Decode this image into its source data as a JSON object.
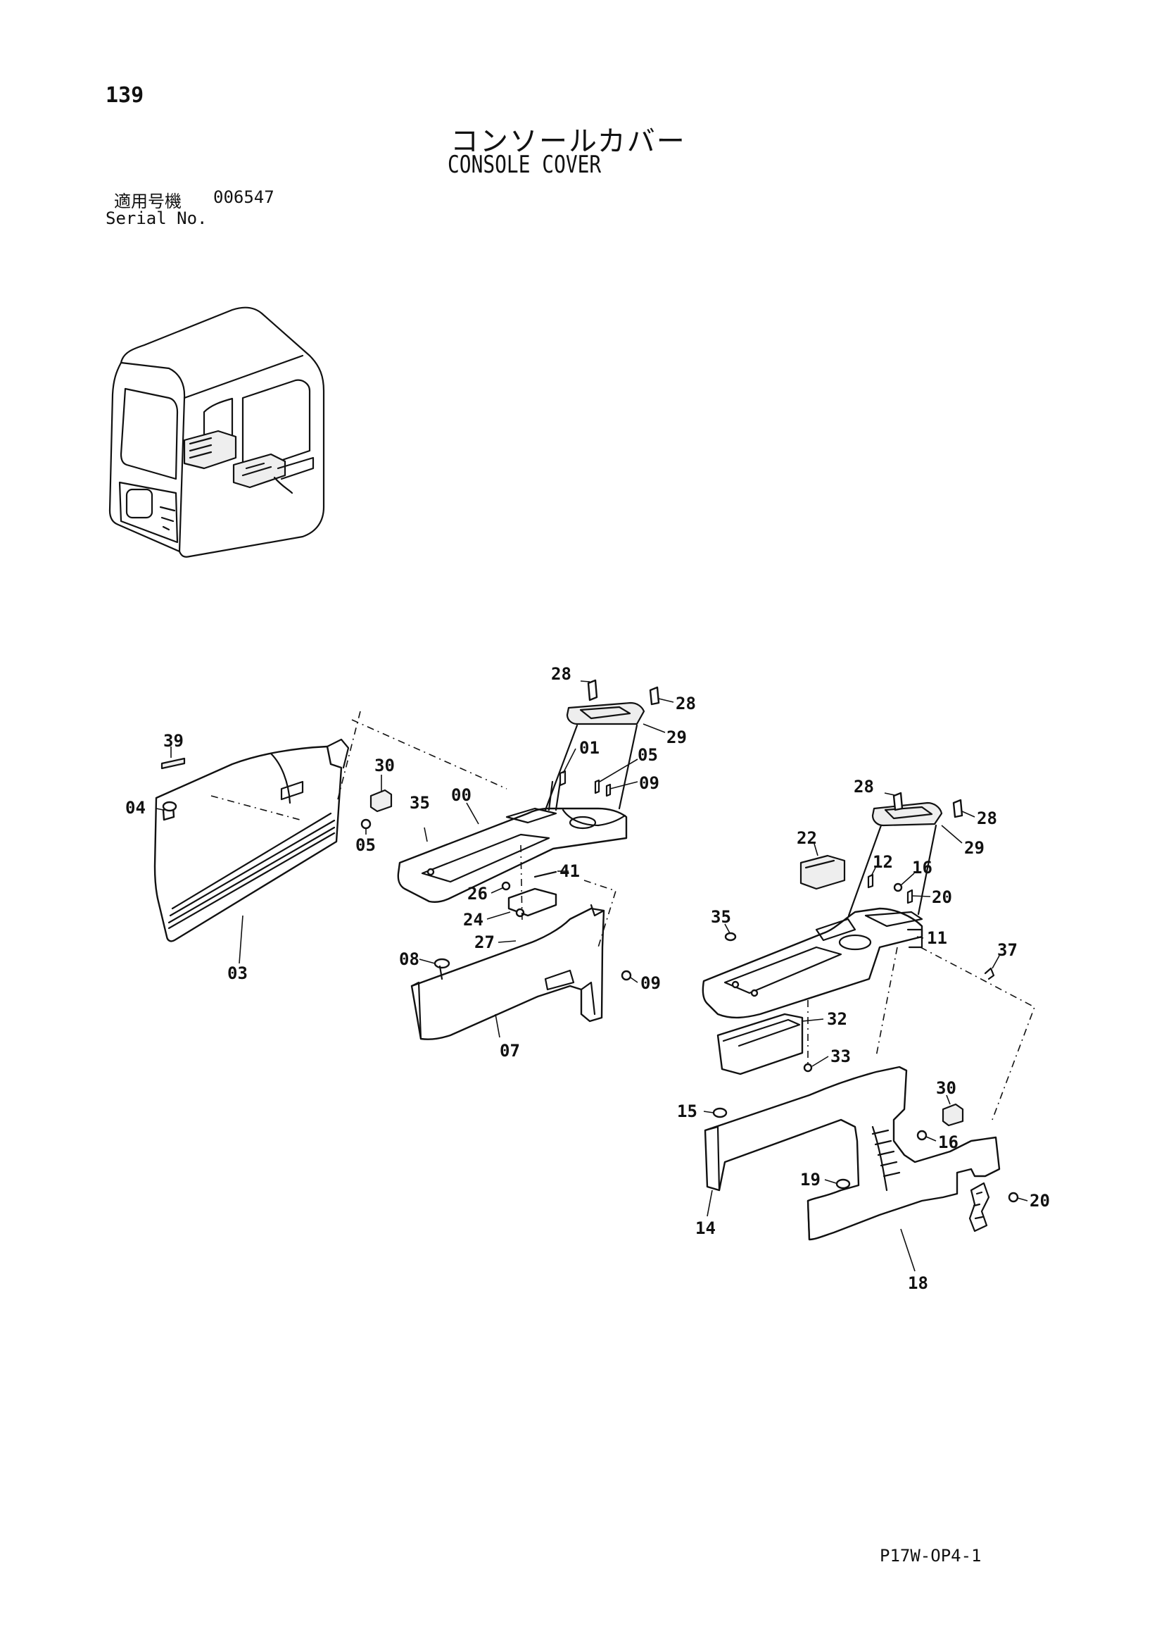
{
  "page": {
    "number": "139",
    "title_jp": "コンソールカバー",
    "title_en": "CONSOLE COVER",
    "serial_label_jp": "適用号機",
    "serial_value": "006547",
    "serial_label_en": "Serial No.",
    "drawing_code": "P17W-OP4-1"
  },
  "callouts": {
    "left_console": [
      "39",
      "04",
      "03",
      "30",
      "05",
      "35",
      "00",
      "28",
      "28",
      "29",
      "01",
      "05",
      "09",
      "41",
      "26",
      "24",
      "27",
      "08",
      "07",
      "09"
    ],
    "right_console": [
      "28",
      "28",
      "29",
      "22",
      "12",
      "16",
      "20",
      "35",
      "11",
      "37",
      "32",
      "33",
      "30",
      "15",
      "16",
      "19",
      "14",
      "18",
      "20"
    ]
  }
}
